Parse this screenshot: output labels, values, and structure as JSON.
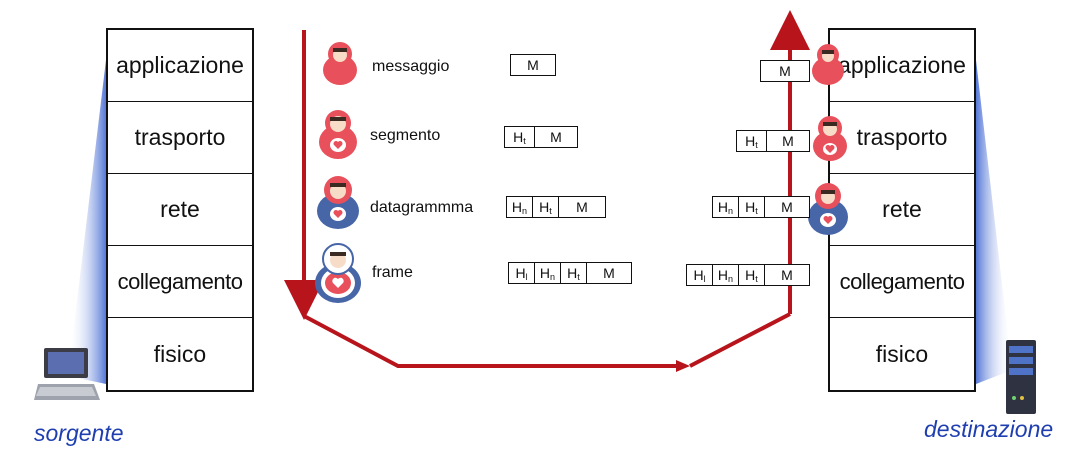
{
  "source": {
    "label": "sorgente",
    "layers": [
      "applicazione",
      "trasporto",
      "rete",
      "collegamento",
      "fisico"
    ]
  },
  "destination": {
    "label": "destinazione",
    "layers": [
      "applicazione",
      "trasporto",
      "rete",
      "collegamento",
      "fisico"
    ]
  },
  "units": [
    {
      "name": "messaggio",
      "headers": [],
      "payload": "M"
    },
    {
      "name": "segmento",
      "headers": [
        "H_t"
      ],
      "payload": "M"
    },
    {
      "name": "datagrammma",
      "headers": [
        "H_n",
        "H_t"
      ],
      "payload": "M"
    },
    {
      "name": "frame",
      "headers": [
        "H_l",
        "H_n",
        "H_t"
      ],
      "payload": "M"
    }
  ],
  "header_letter": "H",
  "header_subscripts": {
    "transport": "t",
    "network": "n",
    "link": "l"
  },
  "colors": {
    "arrow": "#b8141b",
    "caption": "#1f3fb0",
    "doll_red": "#e8505b",
    "doll_blue": "#4766a8"
  },
  "icons": {
    "source": "laptop-icon",
    "destination": "server-icon",
    "encapsulation": "nesting-doll-icon"
  }
}
